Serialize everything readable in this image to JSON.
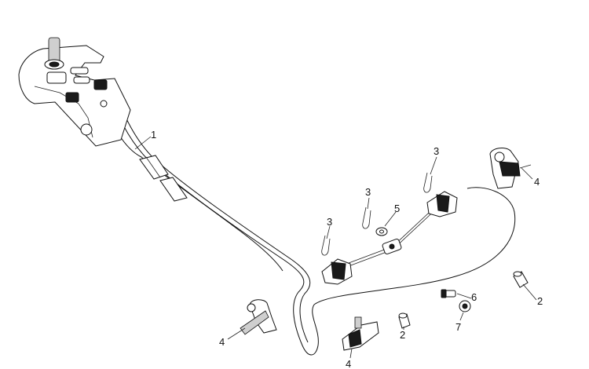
{
  "diagram": {
    "callouts": {
      "c1": "1",
      "c2a": "2",
      "c2b": "2",
      "c3a": "3",
      "c3b": "3",
      "c3c": "3",
      "c4a": "4",
      "c4b": "4",
      "c4c": "4",
      "c5": "5",
      "c6": "6",
      "c7": "7"
    }
  }
}
